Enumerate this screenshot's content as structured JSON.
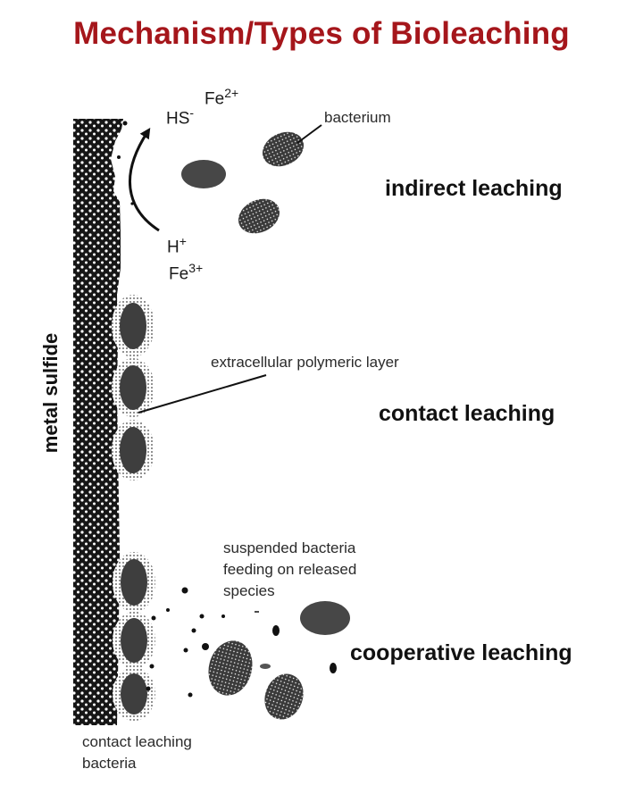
{
  "title": "Mechanism/Types of Bioleaching",
  "surface_label": "metal sulfide",
  "ions": {
    "fe2": "Fe",
    "fe2_charge": "2+",
    "hs": "HS",
    "hs_charge": "-",
    "h": "H",
    "h_charge": "+",
    "fe3": "Fe",
    "fe3_charge": "3+"
  },
  "labels": {
    "bacterium": "bacterium",
    "indirect": "indirect leaching",
    "eps": "extracellular polymeric layer",
    "contact": "contact leaching",
    "suspended_1": "suspended bacteria",
    "suspended_2": "feeding on released",
    "suspended_3": "species",
    "cooperative": "cooperative leaching",
    "contact_bacteria_1": "contact leaching",
    "contact_bacteria_2": "bacteria"
  },
  "colors": {
    "title": "#a5161b",
    "mineral": "#161616",
    "cell": "#3d3d3d"
  }
}
